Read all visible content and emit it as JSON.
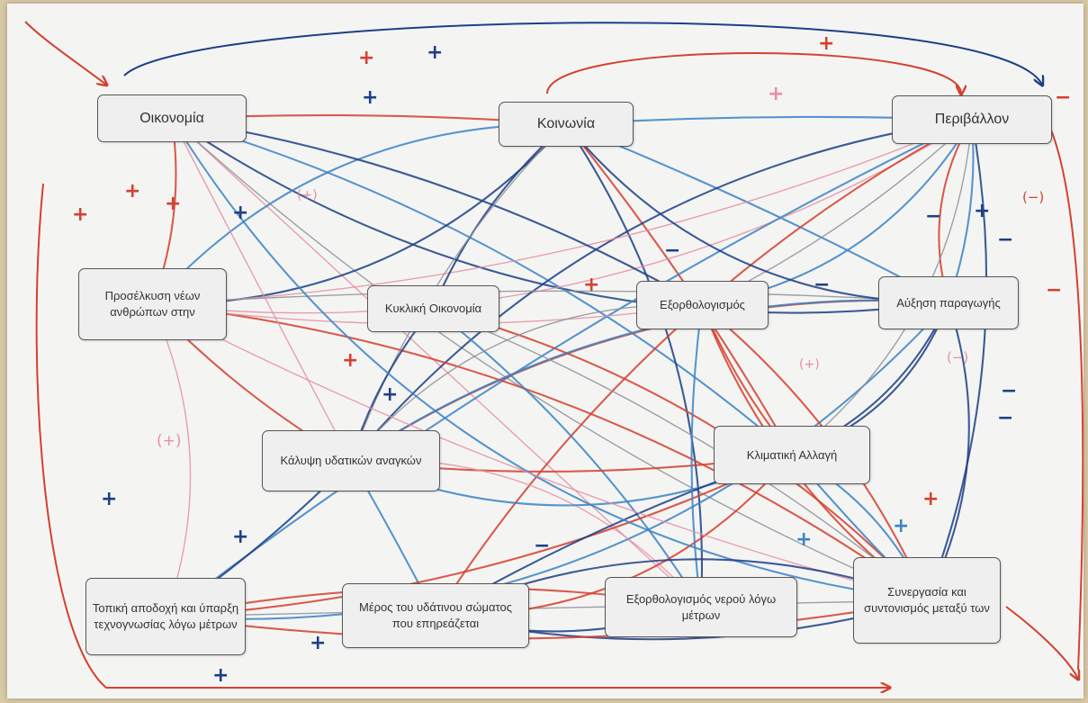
{
  "nodes": {
    "economy": "Οικονομία",
    "society": "Κοινωνία",
    "environment": "Περιβάλλον",
    "attraction": "Προσέλκυση νέων ανθρώπων στην",
    "circular": "Κυκλική Οικονομία",
    "rationalization": "Εξορθολογισμός",
    "production": "Αύξηση παραγωγής",
    "water_needs": "Κάλυψη υδατικών αναγκών",
    "climate": "Κλιματική Αλλαγή",
    "local": "Τοπική αποδοχή και ύπαρξη τεχνογνωσίας λόγω μέτρων",
    "water_body": "Μέρος του υδάτινου σώματος που επηρεάζεται",
    "water_rational": "Εξορθολογισμός νερού λόγω μέτρων",
    "cooperation": "Συνεργασία και συντονισμός μεταξύ των"
  },
  "signs": {
    "plus": "+",
    "minus": "−",
    "plus_paren": "(+)",
    "minus_paren": "(−)"
  },
  "colors": {
    "red": "#d6402f",
    "pink": "#e68fa3",
    "navy": "#1f3f86",
    "blue": "#3d84c6",
    "gray": "#8d9096"
  }
}
